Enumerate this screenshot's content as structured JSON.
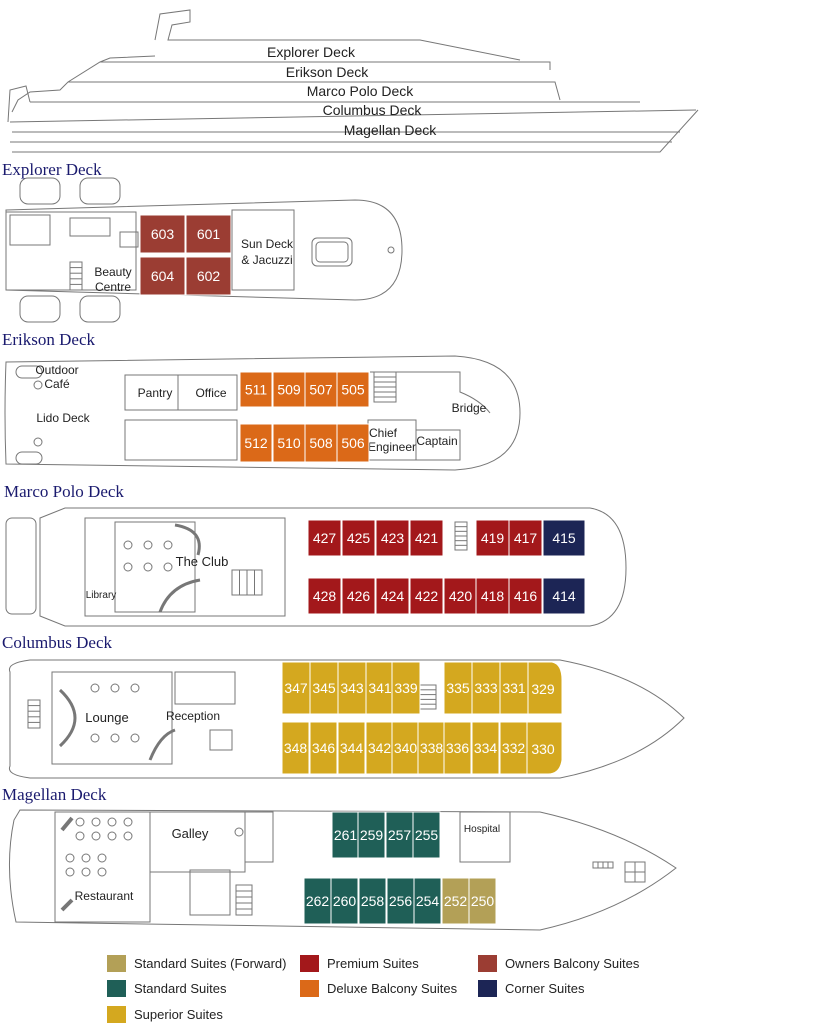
{
  "colors": {
    "standard_forward": "#b3a057",
    "standard": "#1f5f57",
    "superior": "#d4a81f",
    "premium": "#a3181b",
    "deluxe_balcony": "#db6918",
    "owners_balcony": "#9b3d33",
    "corner": "#1c2555",
    "outline": "#777777",
    "heading": "#1a1a6e"
  },
  "profile_labels": [
    "Explorer Deck",
    "Erikson Deck",
    "Marco Polo Deck",
    "Columbus Deck",
    "Magellan Deck"
  ],
  "decks": [
    {
      "name": "Explorer Deck",
      "labels": [
        "Sun Deck",
        "& Jacuzzi",
        "Beauty",
        "Centre"
      ],
      "cabins": [
        {
          "n": "603",
          "type": "owners_balcony"
        },
        {
          "n": "601",
          "type": "owners_balcony"
        },
        {
          "n": "604",
          "type": "owners_balcony"
        },
        {
          "n": "602",
          "type": "owners_balcony"
        }
      ]
    },
    {
      "name": "Erikson Deck",
      "labels": [
        "Outdoor",
        "Café",
        "Lido Deck",
        "Pantry",
        "Office",
        "Chief",
        "Engineer",
        "Captain",
        "Bridge"
      ],
      "cabins": [
        {
          "n": "511",
          "type": "deluxe_balcony"
        },
        {
          "n": "509",
          "type": "deluxe_balcony"
        },
        {
          "n": "507",
          "type": "deluxe_balcony"
        },
        {
          "n": "505",
          "type": "deluxe_balcony"
        },
        {
          "n": "512",
          "type": "deluxe_balcony"
        },
        {
          "n": "510",
          "type": "deluxe_balcony"
        },
        {
          "n": "508",
          "type": "deluxe_balcony"
        },
        {
          "n": "506",
          "type": "deluxe_balcony"
        }
      ]
    },
    {
      "name": "Marco Polo Deck",
      "labels": [
        "The Club",
        "Library"
      ],
      "cabins": [
        {
          "n": "427",
          "type": "premium"
        },
        {
          "n": "425",
          "type": "premium"
        },
        {
          "n": "423",
          "type": "premium"
        },
        {
          "n": "421",
          "type": "premium"
        },
        {
          "n": "419",
          "type": "premium"
        },
        {
          "n": "417",
          "type": "premium"
        },
        {
          "n": "415",
          "type": "corner"
        },
        {
          "n": "428",
          "type": "premium"
        },
        {
          "n": "426",
          "type": "premium"
        },
        {
          "n": "424",
          "type": "premium"
        },
        {
          "n": "422",
          "type": "premium"
        },
        {
          "n": "420",
          "type": "premium"
        },
        {
          "n": "418",
          "type": "premium"
        },
        {
          "n": "416",
          "type": "premium"
        },
        {
          "n": "414",
          "type": "corner"
        }
      ]
    },
    {
      "name": "Columbus Deck",
      "labels": [
        "Lounge",
        "Reception"
      ],
      "cabins": [
        {
          "n": "347",
          "type": "superior"
        },
        {
          "n": "345",
          "type": "superior"
        },
        {
          "n": "343",
          "type": "superior"
        },
        {
          "n": "341",
          "type": "superior"
        },
        {
          "n": "339",
          "type": "superior"
        },
        {
          "n": "335",
          "type": "superior"
        },
        {
          "n": "333",
          "type": "superior"
        },
        {
          "n": "331",
          "type": "superior"
        },
        {
          "n": "329",
          "type": "superior"
        },
        {
          "n": "348",
          "type": "superior"
        },
        {
          "n": "346",
          "type": "superior"
        },
        {
          "n": "344",
          "type": "superior"
        },
        {
          "n": "342",
          "type": "superior"
        },
        {
          "n": "340",
          "type": "superior"
        },
        {
          "n": "338",
          "type": "superior"
        },
        {
          "n": "336",
          "type": "superior"
        },
        {
          "n": "334",
          "type": "superior"
        },
        {
          "n": "332",
          "type": "superior"
        },
        {
          "n": "330",
          "type": "superior"
        }
      ]
    },
    {
      "name": "Magellan Deck",
      "labels": [
        "Galley",
        "Hospital",
        "Restaurant"
      ],
      "cabins": [
        {
          "n": "261",
          "type": "standard"
        },
        {
          "n": "259",
          "type": "standard"
        },
        {
          "n": "257",
          "type": "standard"
        },
        {
          "n": "255",
          "type": "standard"
        },
        {
          "n": "262",
          "type": "standard"
        },
        {
          "n": "260",
          "type": "standard"
        },
        {
          "n": "258",
          "type": "standard"
        },
        {
          "n": "256",
          "type": "standard"
        },
        {
          "n": "254",
          "type": "standard"
        },
        {
          "n": "252",
          "type": "standard_forward"
        },
        {
          "n": "250",
          "type": "standard_forward"
        }
      ]
    }
  ],
  "legend": [
    {
      "label": "Standard Suites (Forward)",
      "type": "standard_forward"
    },
    {
      "label": "Premium Suites",
      "type": "premium"
    },
    {
      "label": "Owners Balcony Suites",
      "type": "owners_balcony"
    },
    {
      "label": "Standard Suites",
      "type": "standard"
    },
    {
      "label": "Deluxe Balcony Suites",
      "type": "deluxe_balcony"
    },
    {
      "label": "Corner Suites",
      "type": "corner"
    },
    {
      "label": "Superior Suites",
      "type": "superior"
    }
  ]
}
